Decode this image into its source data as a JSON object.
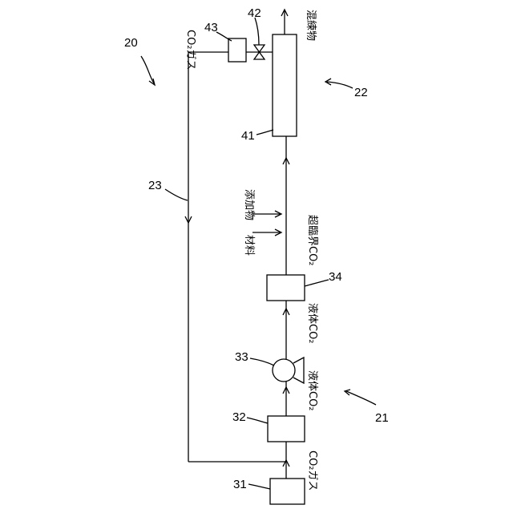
{
  "refs": {
    "system": "20",
    "supply_unit": "21",
    "kneading_unit": "22",
    "return_line": "23",
    "source": "31",
    "cooler": "32",
    "pump": "33",
    "heater": "34",
    "kneader": "41",
    "valve": "42",
    "separator": "43"
  },
  "labels": {
    "co2_gas_in": "CO₂ガス",
    "liquid_co2_1": "液体CO₂",
    "liquid_co2_2": "液体CO₂",
    "supercritical_co2": "超臨界CO₂",
    "material": "材料",
    "additive": "添加物",
    "kneaded_product": "混練物",
    "co2_gas_return": "CO₂ガス"
  }
}
